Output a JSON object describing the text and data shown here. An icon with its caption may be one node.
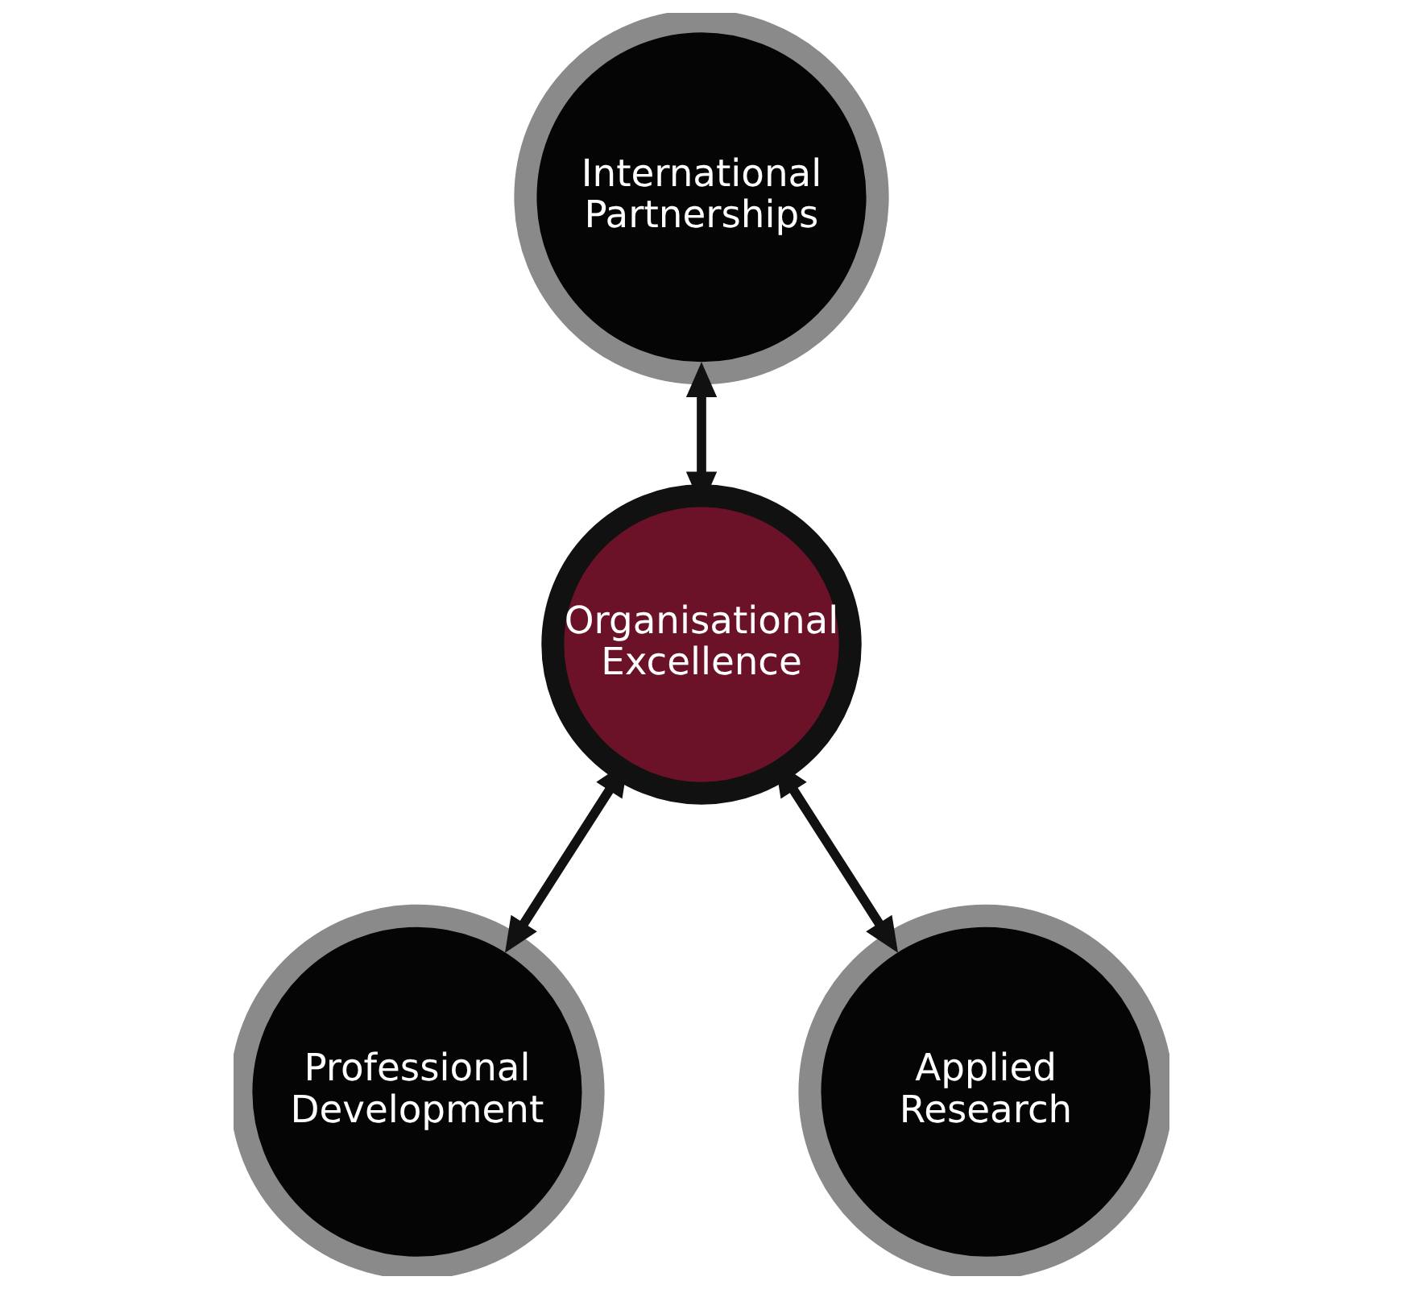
{
  "diagram": {
    "nodes": [
      {
        "text": [
          "International Partnerships"
        ]
      },
      {
        "text": [
          "Organisational Excellence"
        ]
      },
      {
        "text": [
          "Professional Development"
        ]
      },
      {
        "text": [
          "Applied Research"
        ]
      }
    ],
    "edges": [
      {
        "from": 0,
        "to": 1,
        "arrow": "both"
      },
      {
        "from": 1,
        "to": 2,
        "arrow": "both"
      },
      {
        "from": 1,
        "to": 3,
        "arrow": "both"
      }
    ]
  }
}
